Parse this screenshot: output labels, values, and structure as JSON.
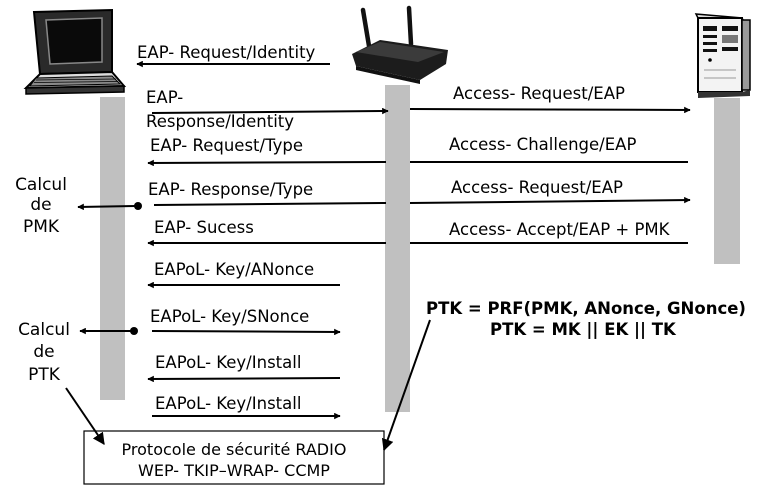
{
  "colors": {
    "lifeline": "#c0c0c0",
    "line": "#000000",
    "background": "#ffffff"
  },
  "icons": {
    "client": "laptop-icon",
    "access_point": "wireless-router-icon",
    "server": "server-tower-icon"
  },
  "client_messages": [
    {
      "label": "EAP- Request/Identity",
      "direction": "left"
    },
    {
      "label_line1": "EAP-",
      "label_line2": "Response/Identity",
      "direction": "right"
    },
    {
      "label": "EAP- Request/Type",
      "direction": "left"
    },
    {
      "label": "EAP- Response/Type",
      "direction": "right"
    },
    {
      "label": "EAP- Sucess",
      "direction": "left"
    },
    {
      "label": "EAPoL- Key/ANonce",
      "direction": "left"
    },
    {
      "label": "EAPoL- Key/SNonce",
      "direction": "right"
    },
    {
      "label": "EAPoL- Key/Install",
      "direction": "left"
    },
    {
      "label": "EAPoL- Key/Install",
      "direction": "right"
    }
  ],
  "server_messages": [
    {
      "label": "Access- Request/EAP",
      "direction": "right"
    },
    {
      "label": "Access- Challenge/EAP",
      "direction": "left"
    },
    {
      "label": "Access- Request/EAP",
      "direction": "right"
    },
    {
      "label": "Access- Accept/EAP +  PMK",
      "direction": "left"
    }
  ],
  "side_notes": {
    "pmk": {
      "line1": "Calcul",
      "line2": "de",
      "line3": "PMK"
    },
    "ptk": {
      "line1": "Calcul",
      "line2": "de",
      "line3": "PTK"
    }
  },
  "formulas": {
    "line1": "PTK = PRF(PMK, ANonce, GNonce)",
    "line2": "PTK = MK || EK || TK"
  },
  "protocol_box": {
    "line1": "Protocole de sécurité RADIO",
    "line2": "WEP- TKIP–WRAP- CCMP"
  }
}
